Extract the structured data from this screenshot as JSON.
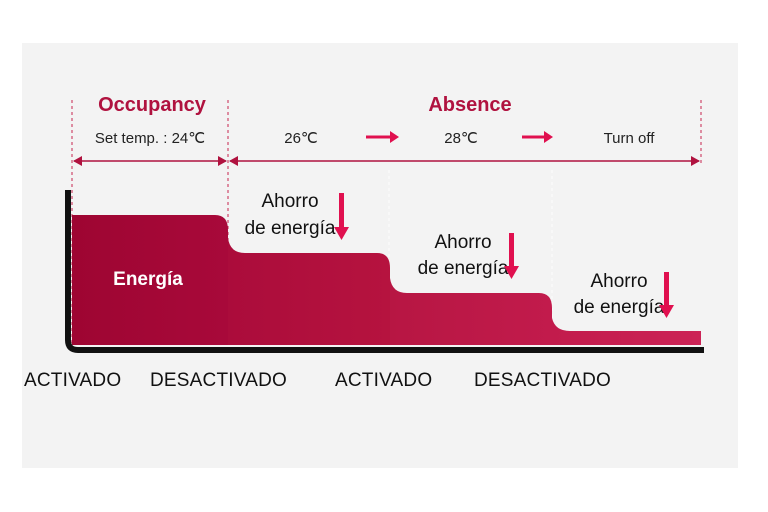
{
  "colors": {
    "accent": "#b0123f",
    "arrow": "#e0104f",
    "energy_dark": "#a10734",
    "energy_mid": "#b3153f",
    "energy_light": "#c41c4f",
    "axis": "#111111"
  },
  "sections": {
    "occupancy": {
      "title": "Occupancy",
      "setpoint": "Set temp. : 24℃"
    },
    "absence": {
      "title": "Absence",
      "steps": [
        "26℃",
        "28℃",
        "Turn off"
      ]
    }
  },
  "energy_label": "Energía",
  "savings": [
    {
      "line1": "Ahorro",
      "line2": "de energía"
    },
    {
      "line1": "Ahorro",
      "line2": "de energía"
    },
    {
      "line1": "Ahorro",
      "line2": "de energía"
    }
  ],
  "states": [
    "ACTIVADO",
    "DESACTIVADO",
    "ACTIVADO",
    "DESACTIVADO"
  ]
}
